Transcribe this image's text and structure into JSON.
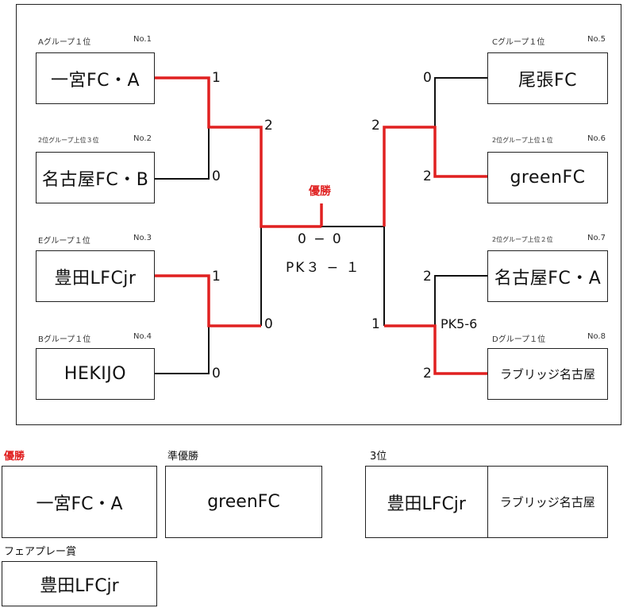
{
  "bracket": {
    "left": [
      {
        "label": "Aグループ１位",
        "no": "No.1",
        "name": "一宮FC・A",
        "score": "1"
      },
      {
        "label": "2位グループ上位３位",
        "no": "No.2",
        "name": "名古屋FC・B",
        "score": "0"
      },
      {
        "label": "Eグループ１位",
        "no": "No.3",
        "name": "豊田LFCjr",
        "score": "1"
      },
      {
        "label": "Bグループ１位",
        "no": "No.4",
        "name": "HEKIJO",
        "score": "0"
      }
    ],
    "right": [
      {
        "label": "Cグループ１位",
        "no": "No.5",
        "name": "尾張FC",
        "score": "0"
      },
      {
        "label": "2位グループ上位１位",
        "no": "No.6",
        "name": "greenFC",
        "score": "2"
      },
      {
        "label": "2位グループ上位２位",
        "no": "No.7",
        "name": "名古屋FC・A",
        "score": "2"
      },
      {
        "label": "Dグループ１位",
        "no": "No.8",
        "name": "ラブリッジ名古屋",
        "score": "2"
      }
    ],
    "semi_scores": {
      "left_top": "2",
      "left_bottom": "0",
      "right_top": "2",
      "right_bottom": "1"
    },
    "right_semi_pk": "PK5-6",
    "final_label": "優勝",
    "final_score": "0 − 0",
    "final_pk": "PK３ − １"
  },
  "results": {
    "champion_label": "優勝",
    "champion": "一宮FC・A",
    "runner_up_label": "準優勝",
    "runner_up": "greenFC",
    "third_label": "3位",
    "third": [
      "豊田LFCjr",
      "ラブリッジ名古屋"
    ],
    "fair_play_label": "フェアプレー賞",
    "fair_play": "豊田LFCjr"
  },
  "colors": {
    "winner_line": "#e02020",
    "line": "#111111",
    "champion_text": "#e02020"
  }
}
